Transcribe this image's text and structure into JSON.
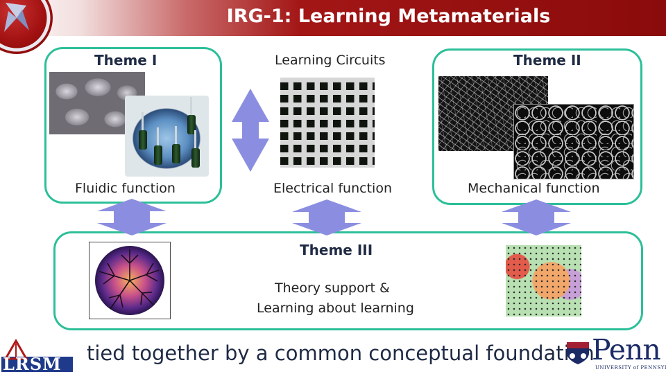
{
  "header": {
    "title": "IRG-1: Learning Metamaterials"
  },
  "themes": {
    "theme1": {
      "title": "Theme I",
      "caption": "Fluidic function"
    },
    "center": {
      "title": "Learning Circuits",
      "caption": "Electrical function"
    },
    "theme2": {
      "title": "Theme II",
      "caption": "Mechanical function"
    },
    "theme3": {
      "title": "Theme III",
      "line1": "Theory support &",
      "line2": "Learning about learning"
    }
  },
  "footer": {
    "text": "tied together by a common conceptual foundation"
  },
  "logos": {
    "lrsm": "LRSM",
    "penn": "Penn",
    "penn_sub": "UNIVERSITY of PENNSYLVANIA"
  },
  "colors": {
    "accent_border": "#2cbf99",
    "arrow_fill": "#8b8ee0",
    "header_red": "#9b0f0f",
    "title_text": "#1f2a44"
  }
}
